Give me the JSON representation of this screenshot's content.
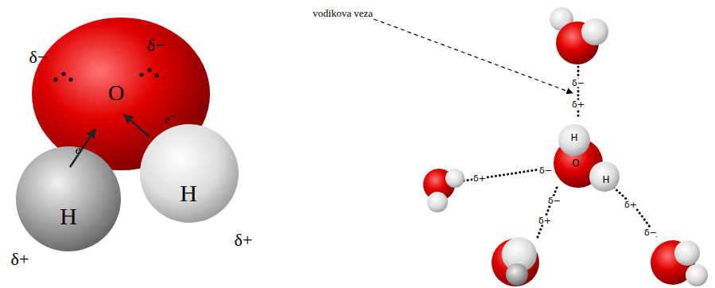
{
  "diagram": {
    "labels": [
      "δ−",
      "δ−",
      "O",
      "e",
      "e⁻",
      "H",
      "H",
      "δ+",
      "δ+",
      "vodikova veza",
      "δ−",
      "δ+",
      "H",
      "O",
      "H",
      "δ+",
      "δ−",
      "δ−",
      "δ+",
      "δ+",
      "δ−"
    ]
  }
}
